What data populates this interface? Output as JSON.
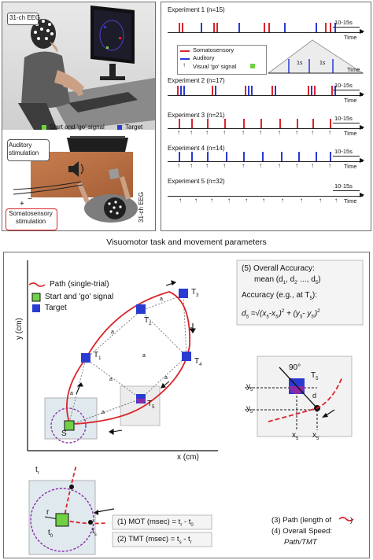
{
  "panel_a": {
    "eeg_label": "31-ch EEG",
    "eeg_label_side": "31-ch EEG",
    "start_go_signal": "Start and 'go' signal",
    "target": "Target",
    "auditory_stimulation": "Auditory stimulation",
    "somatosensory_stimulation": "Somatosensory stimulation",
    "minus": "−",
    "plus": "+"
  },
  "panel_b": {
    "experiments": [
      {
        "label": "Experiment 1 (n=15)"
      },
      {
        "label": "Experiment 2 (n=17)"
      },
      {
        "label": "Experiment 3 (n=21)"
      },
      {
        "label": "Experiment 4 (n=14)"
      },
      {
        "label": "Experiment 5 (n=32)"
      }
    ],
    "interval": "10-15s",
    "time": "Time",
    "one_s": "1s",
    "legend": {
      "somatosensory": "Somatosensory",
      "auditory": "Auditory",
      "visual_go": "Visual 'go' signal"
    },
    "colors": {
      "somatosensory": "#d9252b",
      "auditory": "#2a3bd1",
      "go": "#6fd245"
    }
  },
  "section_title": "Visuomotor task and movement parameters",
  "panel_c": {
    "y_axis": "y (cm)",
    "x_axis": "x (cm)",
    "legend": {
      "path": "Path (single-trial)",
      "start": "Start and 'go' signal",
      "target": "Target"
    },
    "targets": [
      "T",
      "T",
      "T",
      "T",
      "T"
    ],
    "target_subs": [
      "1",
      "2",
      "3",
      "4",
      "5"
    ],
    "start_label": "S",
    "a_label": "a",
    "accuracy_title": "(5) Overall Accuracy:",
    "accuracy_mean": "mean (d",
    "accuracy_example": "Accuracy (e.g., at T",
    "accuracy_formula_lhs": "d",
    "angle": "90°",
    "d_label": "d",
    "x5": "x",
    "y5": "y",
    "mot": "(1) MOT (msec) = t",
    "tmt": "(2) TMT (msec) = t",
    "path_len": "(3) Path (length of",
    "speed_title": "(4) Overall Speed:",
    "speed_formula": "Path/TMT",
    "tr": "t",
    "t0": "t",
    "ts": "t",
    "r": "r"
  }
}
